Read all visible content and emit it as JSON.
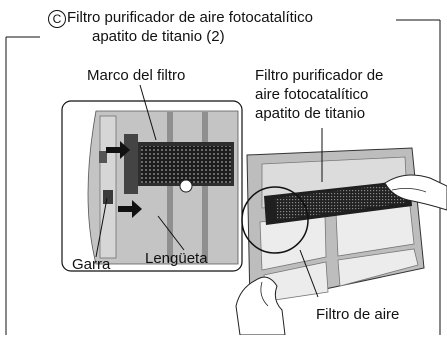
{
  "header": {
    "badge": "C",
    "line1": "Filtro purificador de aire fotocatalítico",
    "line2": "apatito de titanio (2)"
  },
  "labels": {
    "frame": "Marco del filtro",
    "filter_line1": "Filtro purificador de",
    "filter_line2": "aire fotocatalítico",
    "filter_line3": "apatito de titanio",
    "claw": "Garra",
    "tab": "Lengüeta",
    "air_filter": "Filtro de aire"
  },
  "colors": {
    "frame_gray": "#b9b9b9",
    "dark": "#2a2a2a",
    "line": "#111111"
  }
}
